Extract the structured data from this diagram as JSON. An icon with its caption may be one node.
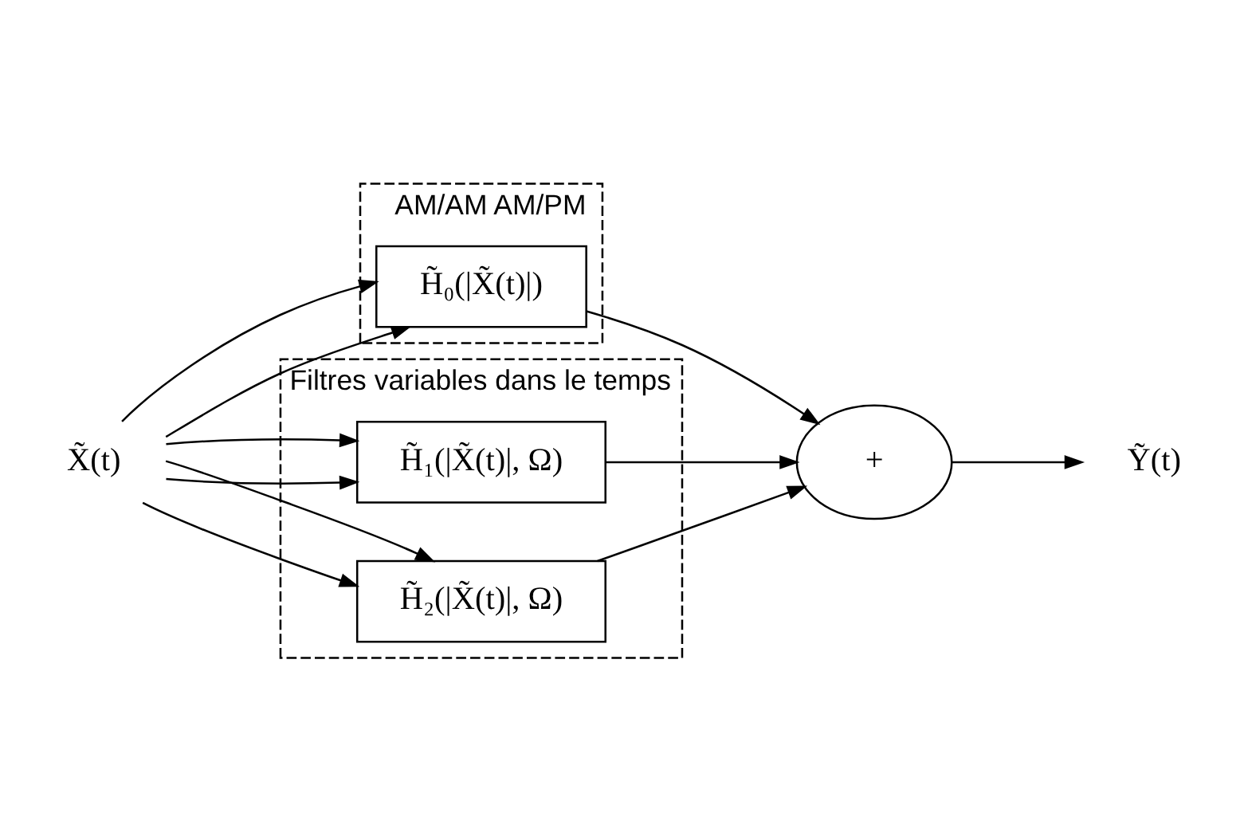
{
  "diagram": {
    "nodes": [
      {
        "text": [
          "AM/AM AM/PM"
        ]
      },
      {
        "text": [
          "H̃₀(|X̃(t)|)"
        ],
        "in": 0
      },
      {
        "text": [
          "Filtres variables dans le temps"
        ]
      },
      {
        "text": [
          "H̃₁(|X̃(t)|, Ω)"
        ],
        "in": 2
      },
      {
        "text": [
          "H̃₂(|X̃(t)|, Ω)"
        ],
        "in": 2
      },
      {
        "text": [
          "+"
        ]
      },
      {
        "text": [
          "X̃(t)"
        ]
      },
      {
        "text": [
          "Ỹ(t)"
        ]
      }
    ],
    "edges": [
      {
        "from": 6,
        "to": 1,
        "arrow": "to"
      },
      {
        "from": 6,
        "to": 1,
        "arrow": "to"
      },
      {
        "from": 6,
        "to": 3,
        "arrow": "to"
      },
      {
        "from": 6,
        "to": 3,
        "arrow": "to"
      },
      {
        "from": 6,
        "to": 4,
        "arrow": "to"
      },
      {
        "from": 6,
        "to": 4,
        "arrow": "to"
      },
      {
        "from": 1,
        "to": 5,
        "arrow": "to"
      },
      {
        "from": 3,
        "to": 5,
        "arrow": "to"
      },
      {
        "from": 4,
        "to": 5,
        "arrow": "to"
      },
      {
        "from": 5,
        "to": 7,
        "arrow": "to"
      }
    ]
  }
}
